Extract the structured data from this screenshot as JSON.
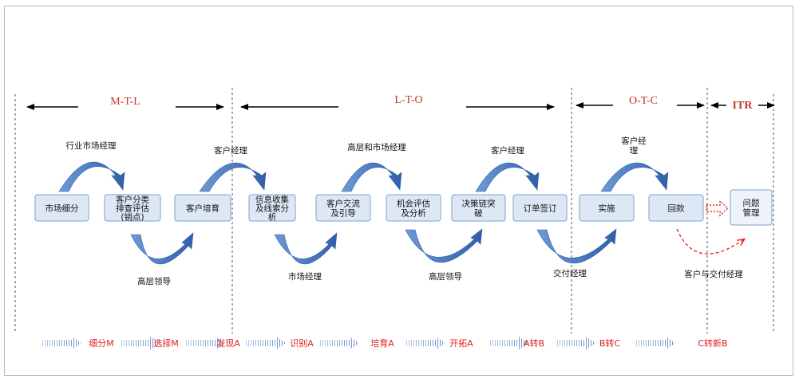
{
  "phases": [
    {
      "label": "M-T-L"
    },
    {
      "label": "L-T-O"
    },
    {
      "label": "O-T-C"
    },
    {
      "label": "ITR"
    }
  ],
  "boxes": [
    {
      "lines": [
        "市场细分"
      ]
    },
    {
      "lines": [
        "客户分类",
        "排查评估",
        "(销点)"
      ]
    },
    {
      "lines": [
        "客户培育"
      ]
    },
    {
      "lines": [
        "信息收集",
        "及线索分",
        "析"
      ]
    },
    {
      "lines": [
        "客户交流",
        "及引导"
      ]
    },
    {
      "lines": [
        "机会评估",
        "及分析"
      ]
    },
    {
      "lines": [
        "决策链突",
        "破"
      ]
    },
    {
      "lines": [
        "订单签订"
      ]
    },
    {
      "lines": [
        "实施"
      ]
    },
    {
      "lines": [
        "回款"
      ]
    },
    {
      "lines": [
        "问题",
        "管理"
      ]
    }
  ],
  "roles_above": [
    {
      "lines": [
        "行业市场经理"
      ]
    },
    {
      "lines": [
        "客户经理"
      ]
    },
    {
      "lines": [
        "高层和市场经理"
      ]
    },
    {
      "lines": [
        "客户经理"
      ]
    },
    {
      "lines": [
        "客户经",
        "理"
      ]
    }
  ],
  "roles_below": [
    {
      "lines": [
        "高层领导"
      ]
    },
    {
      "lines": [
        "市场经理"
      ]
    },
    {
      "lines": [
        "高层领导"
      ]
    },
    {
      "lines": [
        "交付经理"
      ]
    },
    {
      "lines": [
        "客户与交付经理"
      ]
    }
  ],
  "steps": [
    "细分M",
    "选择M",
    "发现A",
    "识别A",
    "培育A",
    "开拓A",
    "A转B",
    "B转C",
    "C转新B"
  ],
  "colors": {
    "box_fill": "#dde8f6",
    "box_stroke": "#7f9fce",
    "arrow_blue": "#3f6fb7",
    "dashed_red": "#e02020",
    "phase_red": "#c0392b"
  }
}
